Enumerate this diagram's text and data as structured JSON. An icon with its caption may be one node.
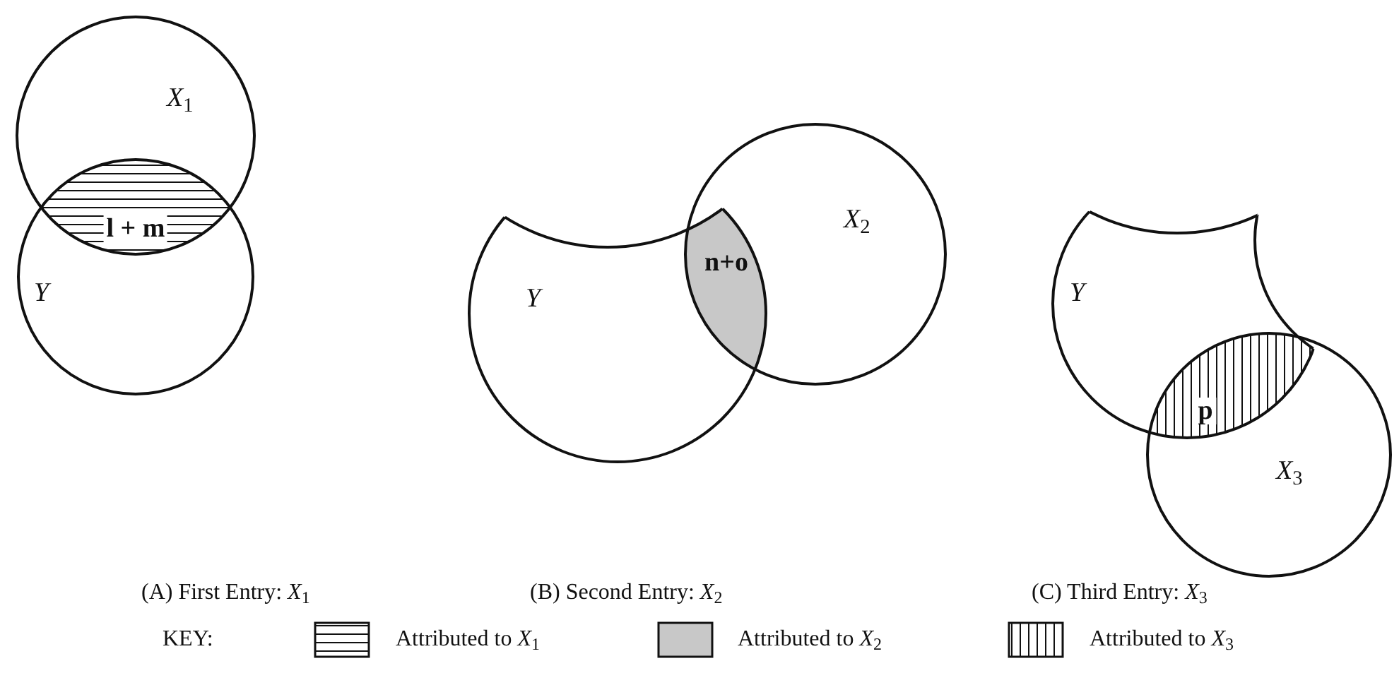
{
  "diagram": {
    "nodes": [
      {
        "text": [
          "*X*$_{1}$"
        ]
      },
      {
        "text": [
          "*Y*"
        ]
      },
      {
        "text": [
          "*Y*"
        ]
      },
      {
        "text": [
          "*X*$_{2}$"
        ]
      },
      {
        "text": [
          "*Y*"
        ]
      },
      {
        "text": [
          "*X*$_{3}$"
        ]
      }
    ],
    "labels": [
      "l + m",
      "n+o",
      "p",
      "(A) First Entry: *X*$_{1}$",
      "(B) Second Entry: *X*$_{2}$",
      "(C) Third Entry: *X*$_{3}$",
      "KEY:"
    ],
    "legend": [
      {
        "text": "Attributed to *X*$_{1}$"
      },
      {
        "text": "Attributed to *X*$_{2}$",
        "color": "#c8c8c8"
      },
      {
        "text": "Attributed to *X*$_{3}$"
      }
    ]
  }
}
